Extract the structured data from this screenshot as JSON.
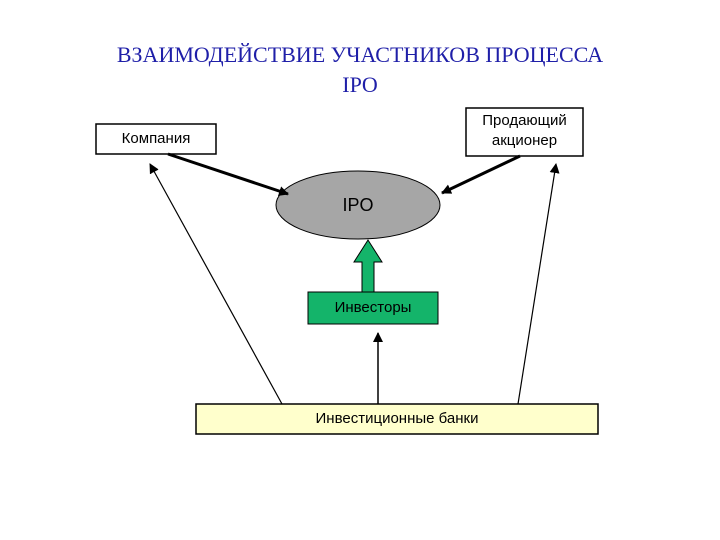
{
  "title": {
    "line1": "ВЗАИМОДЕЙСТВИЕ УЧАСТНИКОВ ПРОЦЕССА",
    "line2": "IPO"
  },
  "nodes": {
    "company": "Компания",
    "seller_line1": "Продающий",
    "seller_line2": "акционер",
    "ipo": "IPO",
    "investors": "Инвесторы",
    "banks": "Инвестиционные банки"
  },
  "colors": {
    "title": "#1f1fa8",
    "ipo_fill": "#a6a6a6",
    "investors_fill": "#14b46a",
    "banks_fill": "#ffffcc",
    "arrow_up_fill": "#14b46a"
  }
}
